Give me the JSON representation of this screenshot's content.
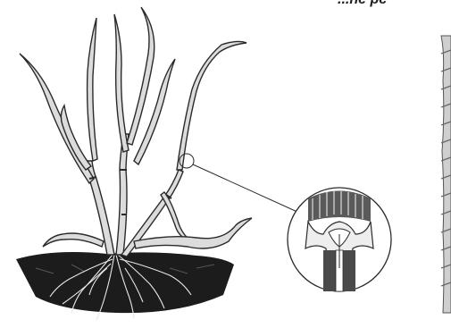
{
  "caption": {
    "text": "...ne pc"
  },
  "illustration": {
    "subject_icon": "grass-plant-illustration",
    "detail_icon": "ligule-magnified-detail",
    "spike_icon": "seed-spike-illustration"
  },
  "colors": {
    "ink": "#2a2a2a",
    "leaf": "#d8d8d8",
    "soil": "#1c1c1c",
    "paper": "#ffffff"
  }
}
